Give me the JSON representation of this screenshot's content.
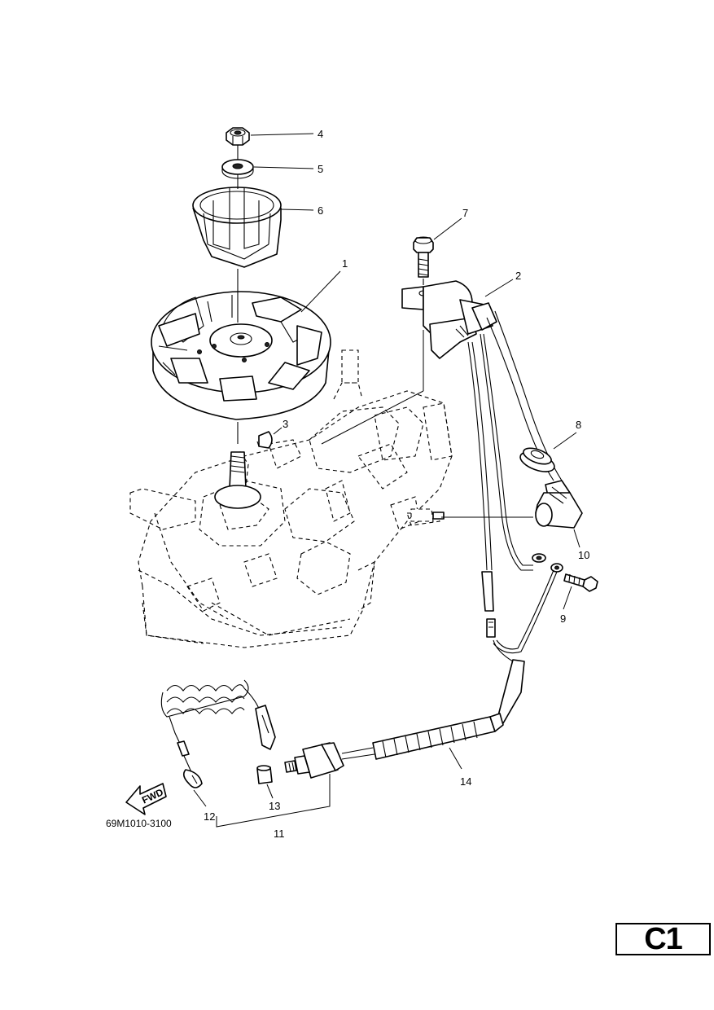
{
  "diagram": {
    "drawing_code": "69M1010-3100",
    "page_label": "C1",
    "fwd_label": "FWD",
    "callouts": [
      {
        "id": "c1",
        "text": "1"
      },
      {
        "id": "c2",
        "text": "2"
      },
      {
        "id": "c3",
        "text": "3"
      },
      {
        "id": "c4",
        "text": "4"
      },
      {
        "id": "c5",
        "text": "5"
      },
      {
        "id": "c6",
        "text": "6"
      },
      {
        "id": "c7",
        "text": "7"
      },
      {
        "id": "c8",
        "text": "8"
      },
      {
        "id": "c9",
        "text": "9"
      },
      {
        "id": "c10",
        "text": "10"
      },
      {
        "id": "c11",
        "text": "11"
      },
      {
        "id": "c12",
        "text": "12"
      },
      {
        "id": "c13",
        "text": "13"
      },
      {
        "id": "c14",
        "text": "14"
      }
    ]
  }
}
